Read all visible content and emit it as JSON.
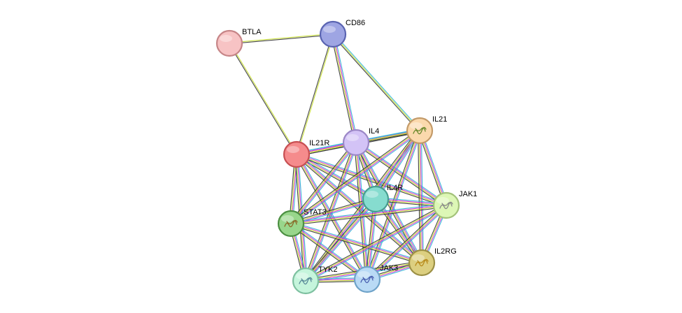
{
  "network": {
    "nodes": [
      {
        "id": "BTLA",
        "label": "BTLA",
        "fill": "#f7c3c4",
        "stroke": "#c68587",
        "structure": false
      },
      {
        "id": "CD86",
        "label": "CD86",
        "fill": "#9ea5e3",
        "stroke": "#5a64b1",
        "structure": false
      },
      {
        "id": "IL21",
        "label": "IL21",
        "fill": "#fbd9ad",
        "stroke": "#c39a68",
        "structure": true,
        "glyph": "#6c8a2e"
      },
      {
        "id": "IL4",
        "label": "IL4",
        "fill": "#d3c3f6",
        "stroke": "#9b87c6",
        "structure": false
      },
      {
        "id": "IL21R",
        "label": "IL21R",
        "fill": "#f58b8c",
        "stroke": "#c74f52",
        "structure": false
      },
      {
        "id": "IL4R",
        "label": "IL4R",
        "fill": "#86dccf",
        "stroke": "#479d90",
        "structure": false
      },
      {
        "id": "JAK1",
        "label": "JAK1",
        "fill": "#ddf7b6",
        "stroke": "#a3c27a",
        "structure": true,
        "glyph": "#8a8a8a"
      },
      {
        "id": "STAT3",
        "label": "STAT3",
        "fill": "#98d68b",
        "stroke": "#4c8f42",
        "structure": true,
        "glyph": "#8a6a2a"
      },
      {
        "id": "IL2RG",
        "label": "IL2RG",
        "fill": "#dccf80",
        "stroke": "#9c9045",
        "structure": true,
        "glyph": "#b88a1a"
      },
      {
        "id": "TYK2",
        "label": "TYK2",
        "fill": "#c5f5dc",
        "stroke": "#7ec0a0",
        "structure": true,
        "glyph": "#5a8a9a"
      },
      {
        "id": "JAK3",
        "label": "JAK3",
        "fill": "#b9daf5",
        "stroke": "#6fa3c9",
        "structure": true,
        "glyph": "#4a60b0"
      }
    ],
    "edges": [
      {
        "from": "BTLA",
        "to": "CD86",
        "types": [
          "textmining",
          "coexpression"
        ]
      },
      {
        "from": "BTLA",
        "to": "IL21R",
        "types": [
          "textmining",
          "coexpression"
        ]
      },
      {
        "from": "CD86",
        "to": "IL21R",
        "types": [
          "textmining",
          "coexpression"
        ]
      },
      {
        "from": "CD86",
        "to": "IL4",
        "types": [
          "database",
          "experimental",
          "textmining",
          "coexpression"
        ]
      },
      {
        "from": "CD86",
        "to": "IL21",
        "types": [
          "database",
          "textmining",
          "coexpression"
        ]
      },
      {
        "from": "IL21R",
        "to": "IL4",
        "types": [
          "database",
          "experimental",
          "textmining",
          "coexpression"
        ]
      },
      {
        "from": "IL21R",
        "to": "IL21",
        "types": [
          "database",
          "experimental",
          "textmining",
          "coexpression"
        ]
      },
      {
        "from": "IL21R",
        "to": "IL4R",
        "types": [
          "database",
          "experimental",
          "textmining",
          "coexpression"
        ]
      },
      {
        "from": "IL21R",
        "to": "STAT3",
        "types": [
          "database",
          "experimental",
          "textmining",
          "coexpression"
        ]
      },
      {
        "from": "IL21R",
        "to": "JAK1",
        "types": [
          "database",
          "experimental",
          "textmining",
          "coexpression"
        ]
      },
      {
        "from": "IL21R",
        "to": "IL2RG",
        "types": [
          "database",
          "experimental",
          "textmining",
          "coexpression"
        ]
      },
      {
        "from": "IL21R",
        "to": "TYK2",
        "types": [
          "database",
          "experimental",
          "textmining",
          "coexpression"
        ]
      },
      {
        "from": "IL21R",
        "to": "JAK3",
        "types": [
          "database",
          "experimental",
          "textmining",
          "coexpression"
        ]
      },
      {
        "from": "IL4",
        "to": "IL21",
        "types": [
          "database",
          "textmining",
          "coexpression"
        ]
      },
      {
        "from": "IL4",
        "to": "IL4R",
        "types": [
          "database",
          "experimental",
          "textmining",
          "coexpression"
        ]
      },
      {
        "from": "IL4",
        "to": "STAT3",
        "types": [
          "database",
          "experimental",
          "textmining",
          "coexpression"
        ]
      },
      {
        "from": "IL4",
        "to": "JAK1",
        "types": [
          "database",
          "experimental",
          "textmining",
          "coexpression"
        ]
      },
      {
        "from": "IL4",
        "to": "IL2RG",
        "types": [
          "database",
          "experimental",
          "textmining",
          "coexpression"
        ]
      },
      {
        "from": "IL4",
        "to": "TYK2",
        "types": [
          "database",
          "experimental",
          "textmining",
          "coexpression"
        ]
      },
      {
        "from": "IL4",
        "to": "JAK3",
        "types": [
          "database",
          "experimental",
          "textmining",
          "coexpression"
        ]
      },
      {
        "from": "IL21",
        "to": "IL4R",
        "types": [
          "database",
          "experimental",
          "textmining",
          "coexpression"
        ]
      },
      {
        "from": "IL21",
        "to": "STAT3",
        "types": [
          "database",
          "experimental",
          "textmining",
          "coexpression"
        ]
      },
      {
        "from": "IL21",
        "to": "JAK1",
        "types": [
          "database",
          "experimental",
          "textmining",
          "coexpression"
        ]
      },
      {
        "from": "IL21",
        "to": "IL2RG",
        "types": [
          "database",
          "experimental",
          "textmining",
          "coexpression"
        ]
      },
      {
        "from": "IL21",
        "to": "TYK2",
        "types": [
          "database",
          "experimental",
          "textmining",
          "coexpression"
        ]
      },
      {
        "from": "IL21",
        "to": "JAK3",
        "types": [
          "database",
          "experimental",
          "textmining",
          "coexpression"
        ]
      },
      {
        "from": "IL4R",
        "to": "STAT3",
        "types": [
          "database",
          "experimental",
          "textmining",
          "coexpression"
        ]
      },
      {
        "from": "IL4R",
        "to": "JAK1",
        "types": [
          "database",
          "experimental",
          "textmining",
          "coexpression"
        ]
      },
      {
        "from": "IL4R",
        "to": "IL2RG",
        "types": [
          "database",
          "experimental",
          "textmining",
          "coexpression"
        ]
      },
      {
        "from": "IL4R",
        "to": "TYK2",
        "types": [
          "database",
          "experimental",
          "textmining",
          "coexpression"
        ]
      },
      {
        "from": "IL4R",
        "to": "JAK3",
        "types": [
          "database",
          "experimental",
          "textmining",
          "coexpression"
        ]
      },
      {
        "from": "STAT3",
        "to": "JAK1",
        "types": [
          "database",
          "experimental",
          "textmining",
          "coexpression"
        ]
      },
      {
        "from": "STAT3",
        "to": "IL2RG",
        "types": [
          "database",
          "experimental",
          "textmining",
          "coexpression"
        ]
      },
      {
        "from": "STAT3",
        "to": "TYK2",
        "types": [
          "database",
          "experimental",
          "textmining",
          "coexpression"
        ]
      },
      {
        "from": "STAT3",
        "to": "JAK3",
        "types": [
          "database",
          "experimental",
          "textmining",
          "coexpression"
        ]
      },
      {
        "from": "JAK1",
        "to": "IL2RG",
        "types": [
          "database",
          "experimental",
          "textmining",
          "coexpression"
        ]
      },
      {
        "from": "JAK1",
        "to": "TYK2",
        "types": [
          "database",
          "experimental",
          "textmining",
          "coexpression"
        ]
      },
      {
        "from": "JAK1",
        "to": "JAK3",
        "types": [
          "database",
          "experimental",
          "textmining",
          "coexpression"
        ]
      },
      {
        "from": "IL2RG",
        "to": "TYK2",
        "types": [
          "database",
          "experimental",
          "textmining",
          "coexpression"
        ]
      },
      {
        "from": "IL2RG",
        "to": "JAK3",
        "types": [
          "database",
          "experimental",
          "textmining",
          "coexpression"
        ]
      },
      {
        "from": "TYK2",
        "to": "JAK3",
        "types": [
          "database",
          "experimental",
          "textmining",
          "coexpression"
        ]
      }
    ],
    "edge_colors": {
      "database": "#2bb3d6",
      "experimental": "#d62bd6",
      "textmining": "#c8e02e",
      "coexpression": "#333333",
      "neighborhood": "#3333ff"
    }
  }
}
